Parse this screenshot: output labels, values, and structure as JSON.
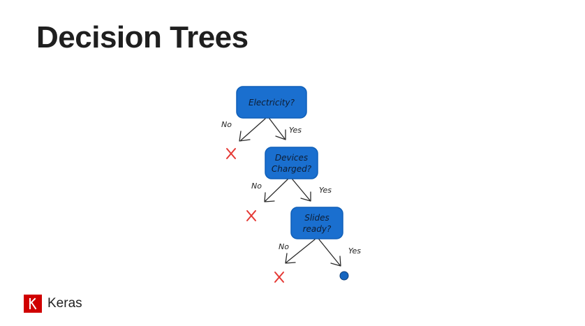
{
  "slide": {
    "title": "Decision Trees"
  },
  "diagram": {
    "nodes": [
      {
        "id": "electricity",
        "lines": [
          "Electricity?"
        ]
      },
      {
        "id": "devices",
        "lines": [
          "Devices",
          "Charged?"
        ]
      },
      {
        "id": "slides",
        "lines": [
          "Slides",
          "ready?"
        ]
      }
    ],
    "edge_labels": {
      "no": "No",
      "yes": "Yes"
    },
    "outcomes": {
      "reject_icon": "x-mark-icon",
      "accept_icon": "dot-icon"
    },
    "colors": {
      "node_fill": "#1a6fcf",
      "node_border": "#0f5fb8",
      "reject": "#e53935",
      "accept": "#1565c0"
    }
  },
  "logo": {
    "letter": "K",
    "name": "Keras",
    "color": "#d00000"
  }
}
